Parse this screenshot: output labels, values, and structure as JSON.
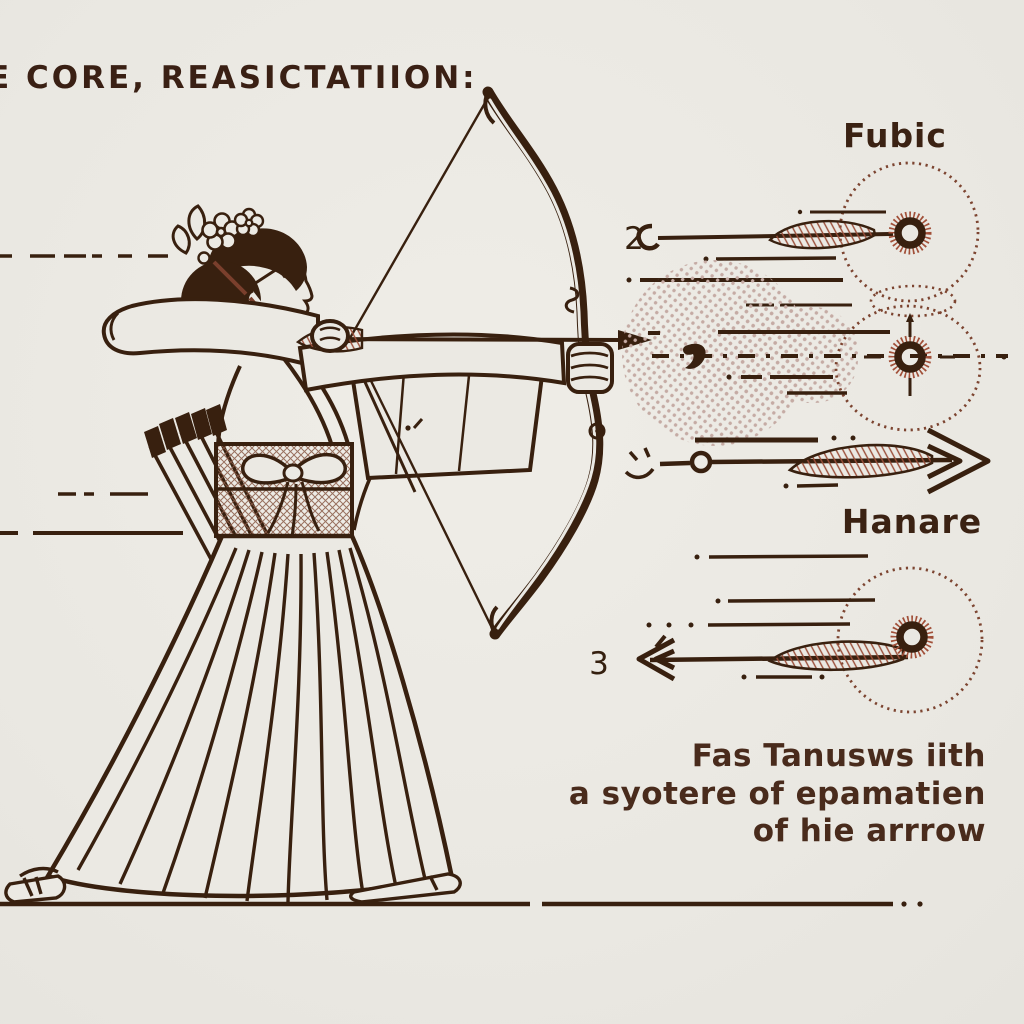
{
  "palette": {
    "background": "#ebe9e3",
    "ink": "#38200f",
    "accent_red": "#a14f38",
    "dotted_circle": "#7c4430",
    "halftone_dot": "#c5aba4",
    "label": "#3b2213"
  },
  "title": {
    "text": "E CORE, REASICTATIION:"
  },
  "steps": {
    "step2_number": "2",
    "step2_label": "Fubic",
    "hanare_label": "Hanare",
    "step3_number": "3"
  },
  "caption": {
    "line1": "Fas Tanusws iith",
    "line2": "a syotere of epamatien",
    "line3": "of hie arrrow"
  },
  "illustration": {
    "subject": "kyudo archer drawing a bow",
    "targets": 3,
    "arrows_right_panel": 3
  }
}
